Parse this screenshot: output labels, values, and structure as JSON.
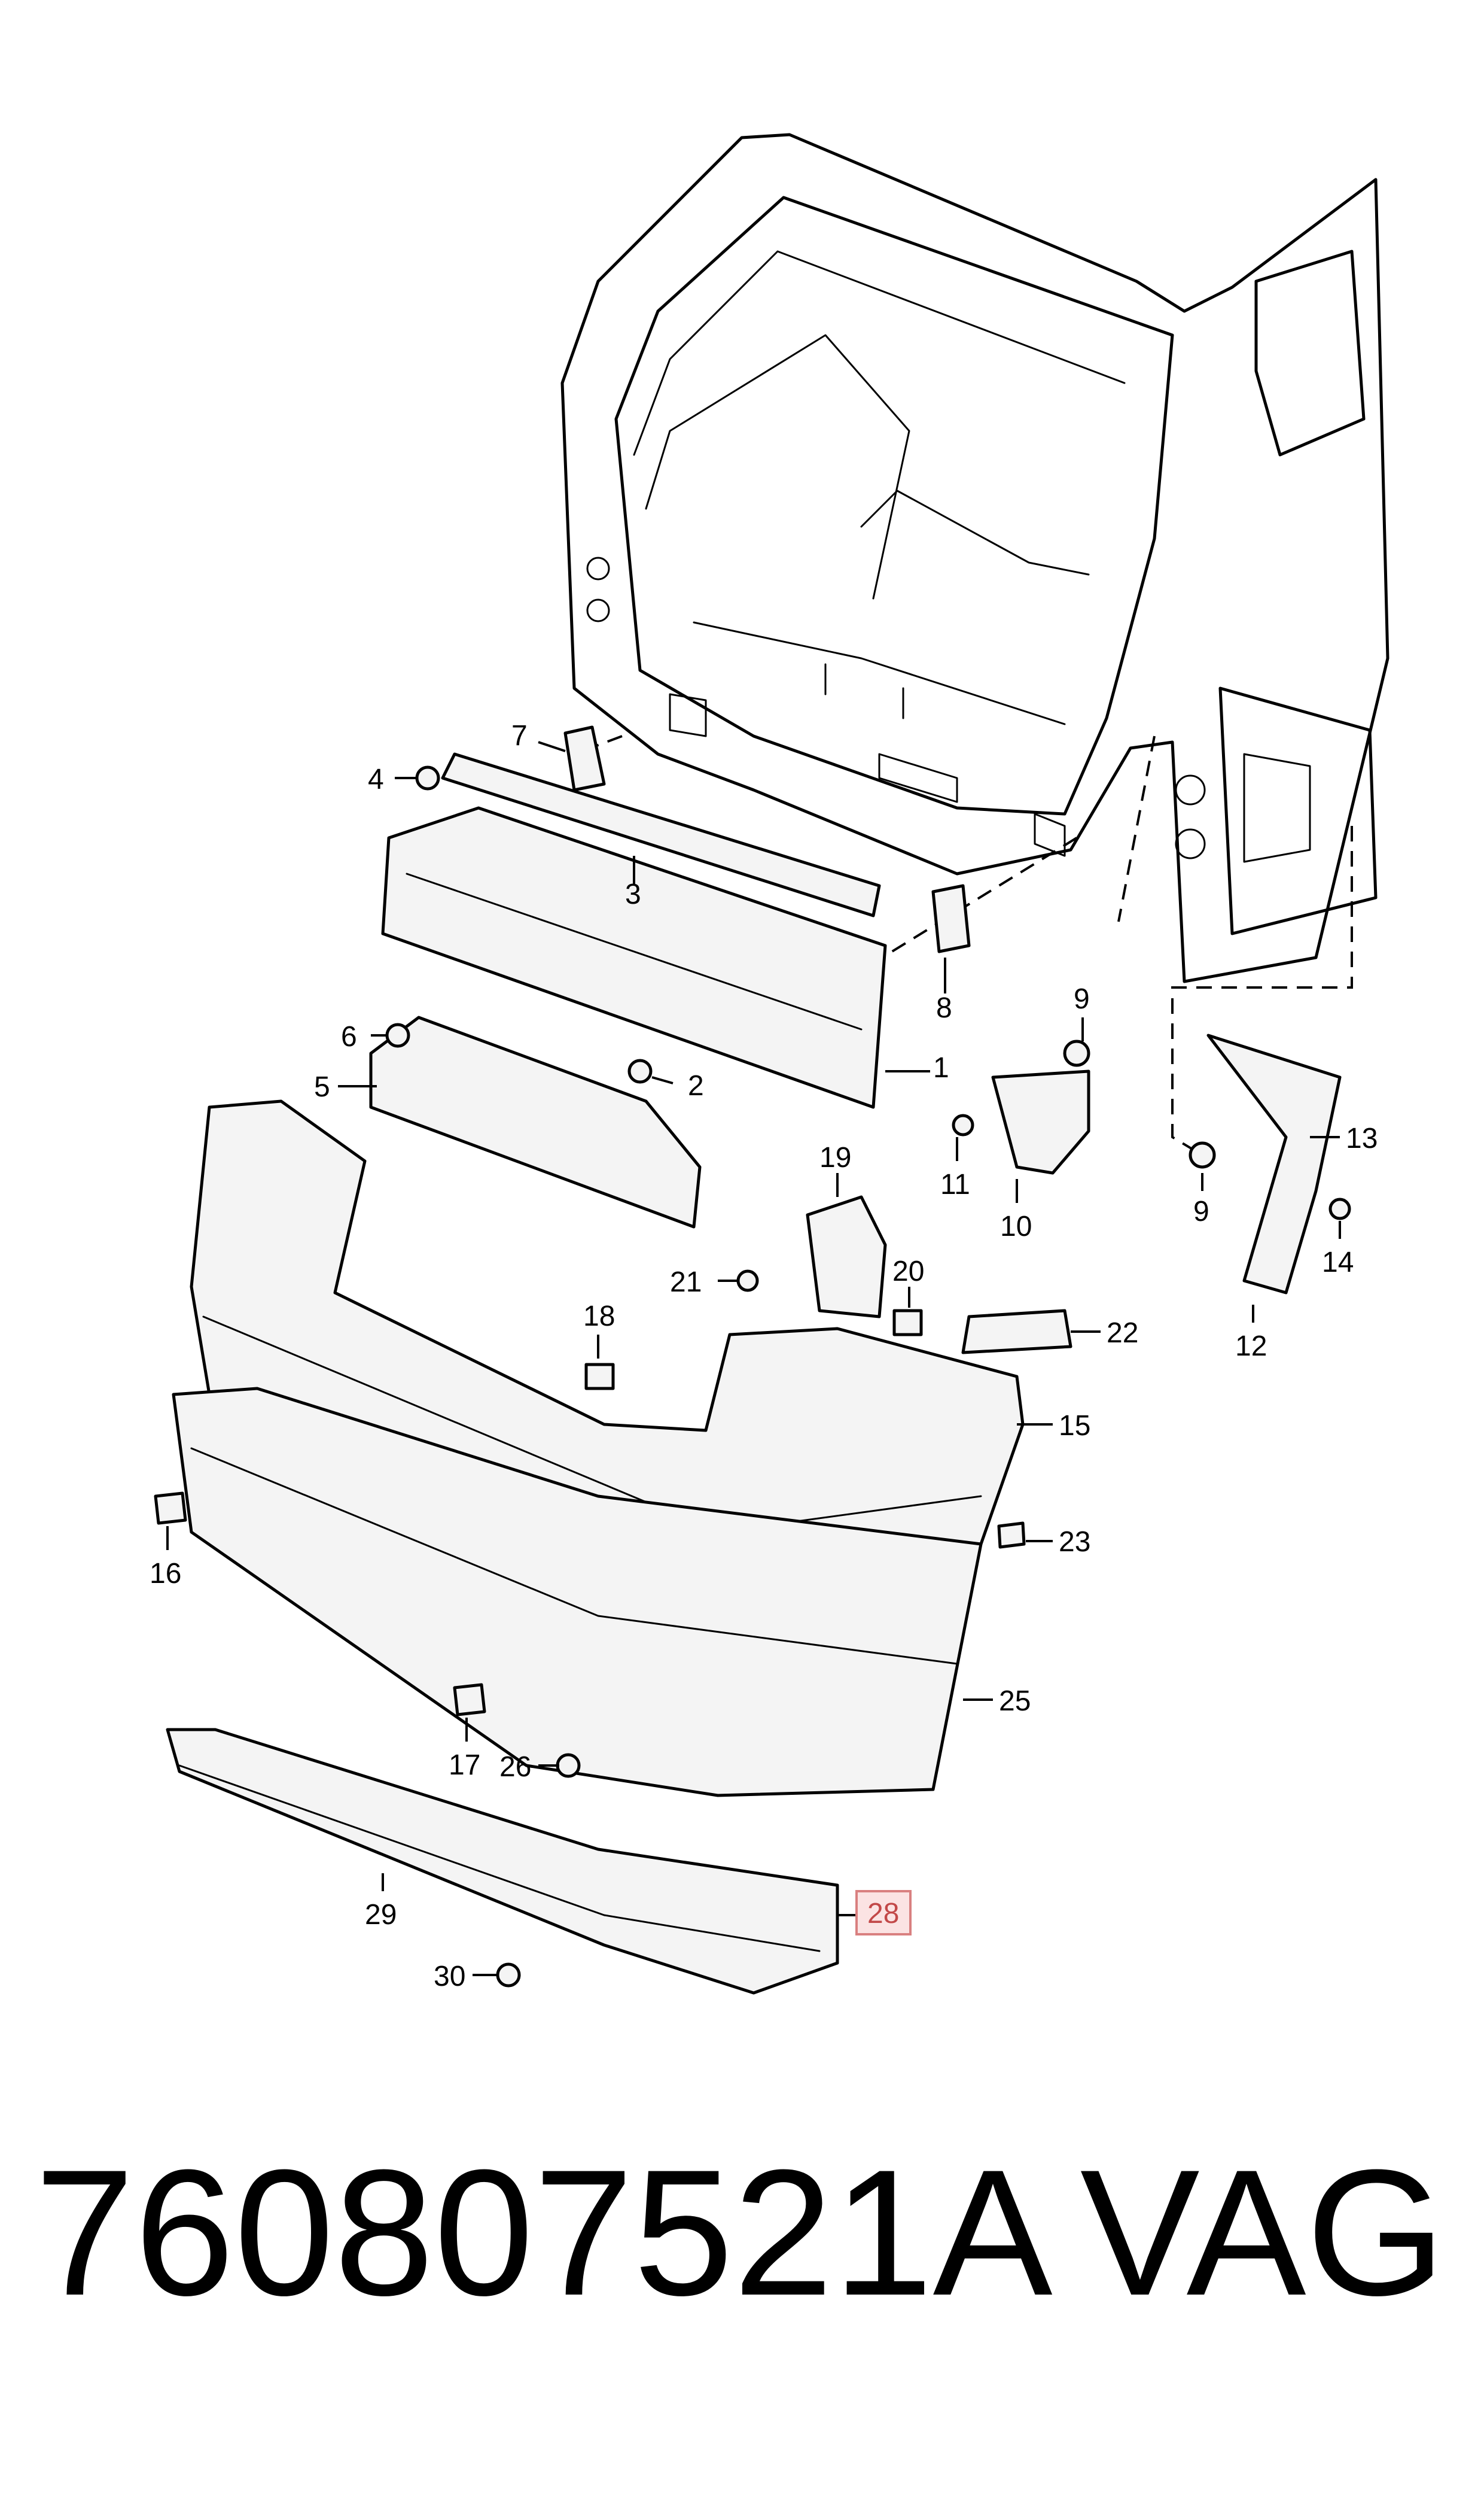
{
  "callouts": [
    {
      "id": "c1",
      "label": "1"
    },
    {
      "id": "c2",
      "label": "2"
    },
    {
      "id": "c3",
      "label": "3"
    },
    {
      "id": "c4",
      "label": "4"
    },
    {
      "id": "c5",
      "label": "5"
    },
    {
      "id": "c6",
      "label": "6"
    },
    {
      "id": "c7",
      "label": "7"
    },
    {
      "id": "c8",
      "label": "8"
    },
    {
      "id": "c9a",
      "label": "9"
    },
    {
      "id": "c9b",
      "label": "9"
    },
    {
      "id": "c10",
      "label": "10"
    },
    {
      "id": "c11",
      "label": "11"
    },
    {
      "id": "c12",
      "label": "12"
    },
    {
      "id": "c13",
      "label": "13"
    },
    {
      "id": "c14",
      "label": "14"
    },
    {
      "id": "c15",
      "label": "15"
    },
    {
      "id": "c16",
      "label": "16"
    },
    {
      "id": "c17",
      "label": "17"
    },
    {
      "id": "c18",
      "label": "18"
    },
    {
      "id": "c19",
      "label": "19"
    },
    {
      "id": "c20",
      "label": "20"
    },
    {
      "id": "c21",
      "label": "21"
    },
    {
      "id": "c22",
      "label": "22"
    },
    {
      "id": "c23",
      "label": "23"
    },
    {
      "id": "c25",
      "label": "25"
    },
    {
      "id": "c26",
      "label": "26"
    },
    {
      "id": "c28",
      "label": "28",
      "highlighted": true
    },
    {
      "id": "c29",
      "label": "29"
    },
    {
      "id": "c30",
      "label": "30"
    }
  ],
  "footer": {
    "part_number": "760807521A",
    "brand": "VAG"
  },
  "colors": {
    "line": "#000000",
    "highlight_fill": "#fbe3e3",
    "highlight_stroke": "#d98080",
    "highlight_text": "#c24848"
  }
}
